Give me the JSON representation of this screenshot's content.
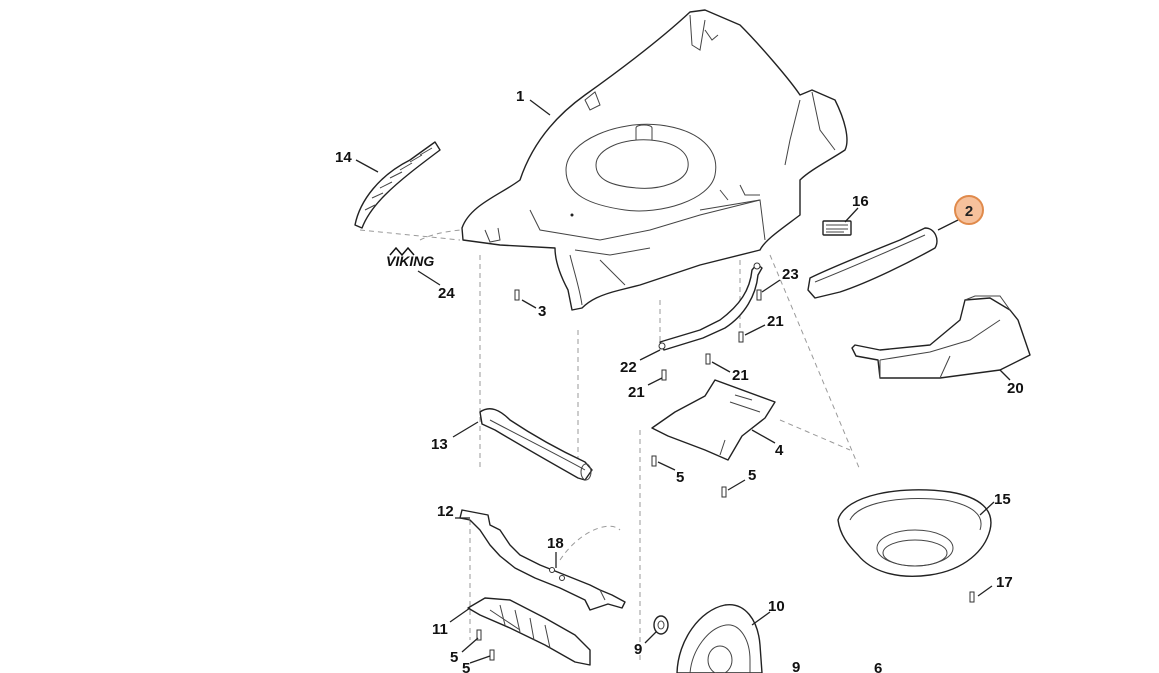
{
  "logo": "VIKING",
  "highlight_color": "#f6c19c",
  "callouts": {
    "c1": "1",
    "c2": "2",
    "c3": "3",
    "c4": "4",
    "c5a": "5",
    "c5b": "5",
    "c5c": "5",
    "c5d": "5",
    "c6": "6",
    "c9a": "9",
    "c9b": "9",
    "c10": "10",
    "c11": "11",
    "c12": "12",
    "c13": "13",
    "c14": "14",
    "c15": "15",
    "c16": "16",
    "c17": "17",
    "c18": "18",
    "c20": "20",
    "c21a": "21",
    "c21b": "21",
    "c21c": "21",
    "c22": "22",
    "c23": "23",
    "c24": "24"
  }
}
